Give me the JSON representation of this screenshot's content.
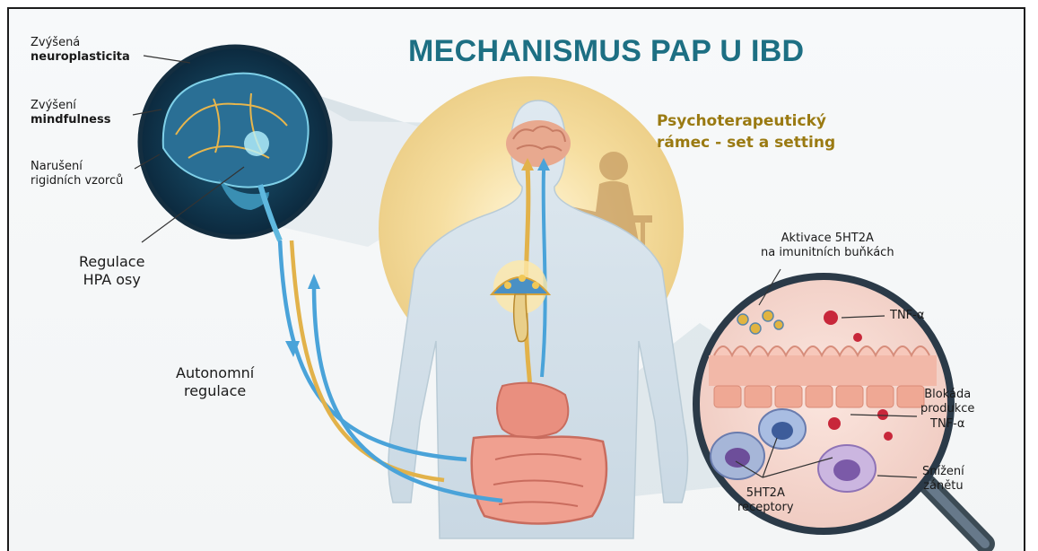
{
  "title": "MECHANISMUS PAP U IBD",
  "psychotherapy": {
    "line1": "Psychoterapeutický",
    "line2": "rámec - set a setting"
  },
  "brain_labels": {
    "neuroplasticity": {
      "line1": "Zvýšená",
      "line2": "neuroplasticita"
    },
    "mindfulness": {
      "line1": "Zvýšení",
      "line2": "mindfulness"
    },
    "rigid": {
      "line1": "Narušení",
      "line2": "rigidních vzorců"
    },
    "hpa": {
      "line1": "Regulace",
      "line2": "HPA osy"
    }
  },
  "autonomic": {
    "line1": "Autonomní",
    "line2": "regulace"
  },
  "immune": {
    "activation": {
      "line1": "Aktivace 5HT2A",
      "line2": "na imunitních buňkách"
    },
    "tnf": "TNF-α",
    "blockade": {
      "line1": "Blokáda",
      "line2": "produkce",
      "line3": "TNF-α"
    },
    "reduction": {
      "line1": "Snížení",
      "line2": "zánětu"
    },
    "receptors": {
      "line1": "5HT2A",
      "line2": "receptory"
    }
  },
  "colors": {
    "title": "#1d6f83",
    "psychotherapy": "#9a7a12",
    "brain_bg": "#0f3550",
    "glow": "#f3d38b",
    "arrow_blue": "#4aa3d9",
    "arrow_gold": "#d9a63a"
  }
}
